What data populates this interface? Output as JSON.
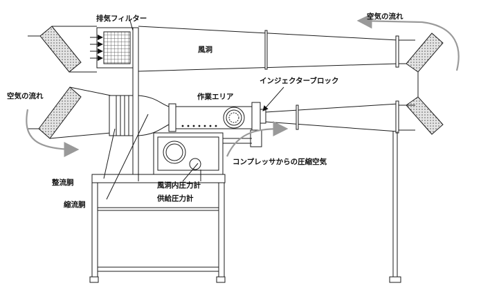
{
  "labels": {
    "exhaust_filter": "排気フィルター",
    "airflow_top_right": "空気の流れ",
    "wind_tunnel": "風洞",
    "airflow_left": "空気の流れ",
    "work_area": "作業エリア",
    "injector_block": "インジェクターブロック",
    "straightener": "整流胴",
    "contraction": "縮流胴",
    "tunnel_pressure_gauge": "風洞内圧力計",
    "supply_pressure_gauge": "供給圧力計",
    "compressed_air": "コンプレッサからの圧縮空気"
  },
  "colors": {
    "line": "#1a1a1a",
    "arrow_gray": "#9a9a9a",
    "filter_fill": "#d9d9d9"
  }
}
